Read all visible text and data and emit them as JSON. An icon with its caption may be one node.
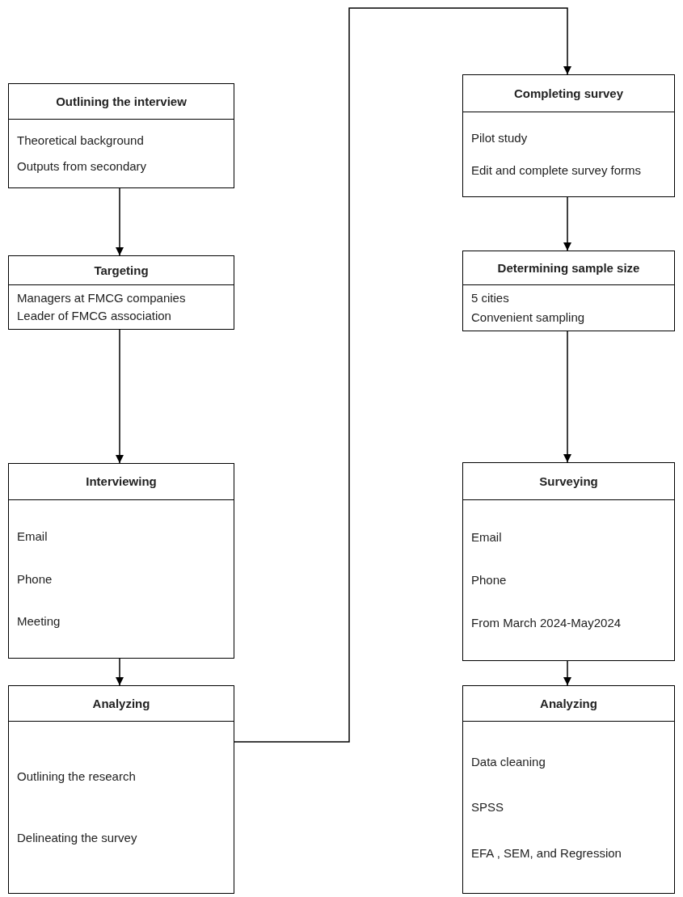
{
  "diagram": {
    "nodes": [
      {
        "text": [
          "Outlining the interview",
          "Theoretical background",
          "Outputs from secondary"
        ]
      },
      {
        "text": [
          "Targeting",
          "Managers at FMCG companies",
          "Leader of FMCG association"
        ]
      },
      {
        "text": [
          "Interviewing",
          "Email",
          "Phone",
          "Meeting"
        ]
      },
      {
        "text": [
          "Analyzing",
          "Outlining the research",
          "Delineating the survey"
        ]
      },
      {
        "text": [
          "Completing survey",
          "Pilot study",
          "Edit and complete survey forms"
        ]
      },
      {
        "text": [
          "Determining sample size",
          "5 cities",
          "Convenient sampling"
        ]
      },
      {
        "text": [
          "Surveying",
          "Email",
          "Phone",
          "From March 2024-May2024"
        ]
      },
      {
        "text": [
          "Analyzing",
          "Data cleaning",
          "SPSS",
          "EFA , SEM, and Regression"
        ]
      }
    ],
    "edges": [
      {
        "from": 0,
        "to": 1,
        "arrow": "to"
      },
      {
        "from": 1,
        "to": 2,
        "arrow": "to"
      },
      {
        "from": 2,
        "to": 3,
        "arrow": "to"
      },
      {
        "from": 3,
        "to": 4,
        "arrow": "to"
      },
      {
        "from": 4,
        "to": 5,
        "arrow": "to"
      },
      {
        "from": 5,
        "to": 6,
        "arrow": "to"
      },
      {
        "from": 6,
        "to": 7,
        "arrow": "to"
      }
    ]
  }
}
